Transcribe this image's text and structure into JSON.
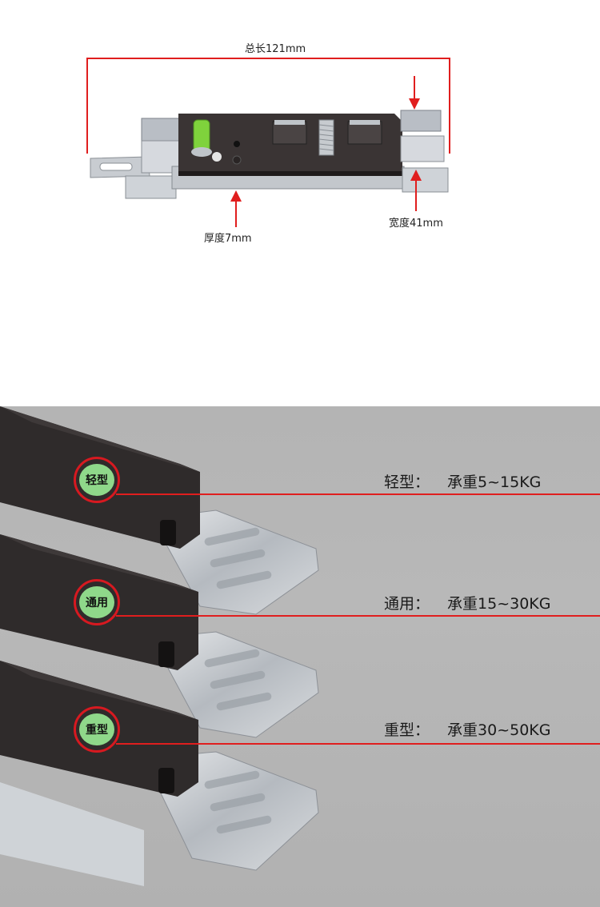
{
  "dimensions": {
    "total_length": "总长121mm",
    "thickness": "厚度7mm",
    "width": "宽度41mm"
  },
  "models": [
    {
      "badge": "轻型",
      "name": "轻型：",
      "load": "承重5~15KG"
    },
    {
      "badge": "通用",
      "name": "通用：",
      "load": "承重15~30KG"
    },
    {
      "badge": "重型",
      "name": "重型：",
      "load": "承重30~50KG"
    }
  ],
  "colors": {
    "annotation_red": "#e01e1e",
    "badge_green": "#8fd88a",
    "badge_ring": "#d71920",
    "product_black": "#3a3434",
    "metal": "#c9cdd2"
  }
}
